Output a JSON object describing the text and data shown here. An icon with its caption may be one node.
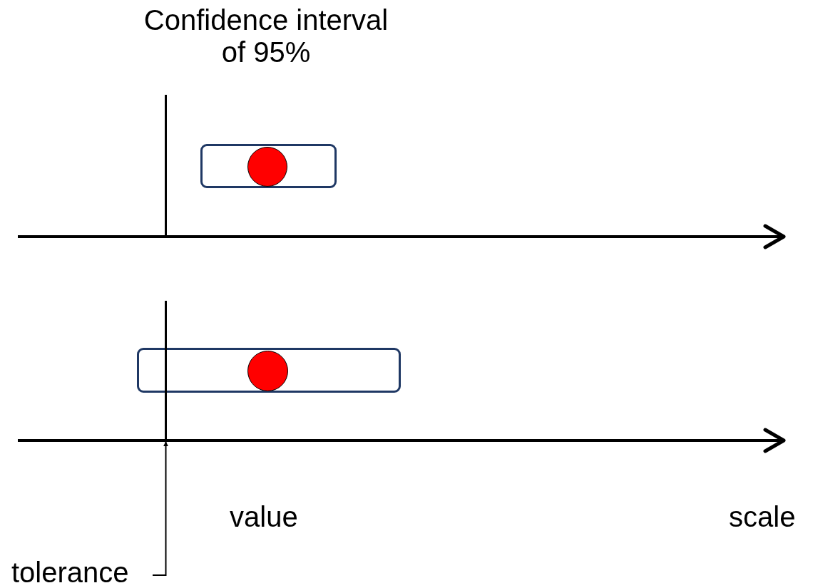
{
  "diagram": {
    "nodes": [
      {
        "text": [],
        "shape": "box"
      },
      {
        "text": [],
        "shape": "circle",
        "in": 0
      },
      {
        "text": [],
        "shape": "box"
      },
      {
        "text": [],
        "shape": "circle",
        "in": 2
      },
      {
        "text": [
          "tolerance"
        ]
      },
      {
        "text": [],
        "shape": "bar"
      },
      {
        "text": [],
        "shape": "bar"
      }
    ],
    "edges": [
      {
        "from": 4,
        "to": 6,
        "arrow": "to"
      }
    ],
    "labels": [
      "Confidence interval of 95%",
      "value",
      "scale"
    ]
  }
}
